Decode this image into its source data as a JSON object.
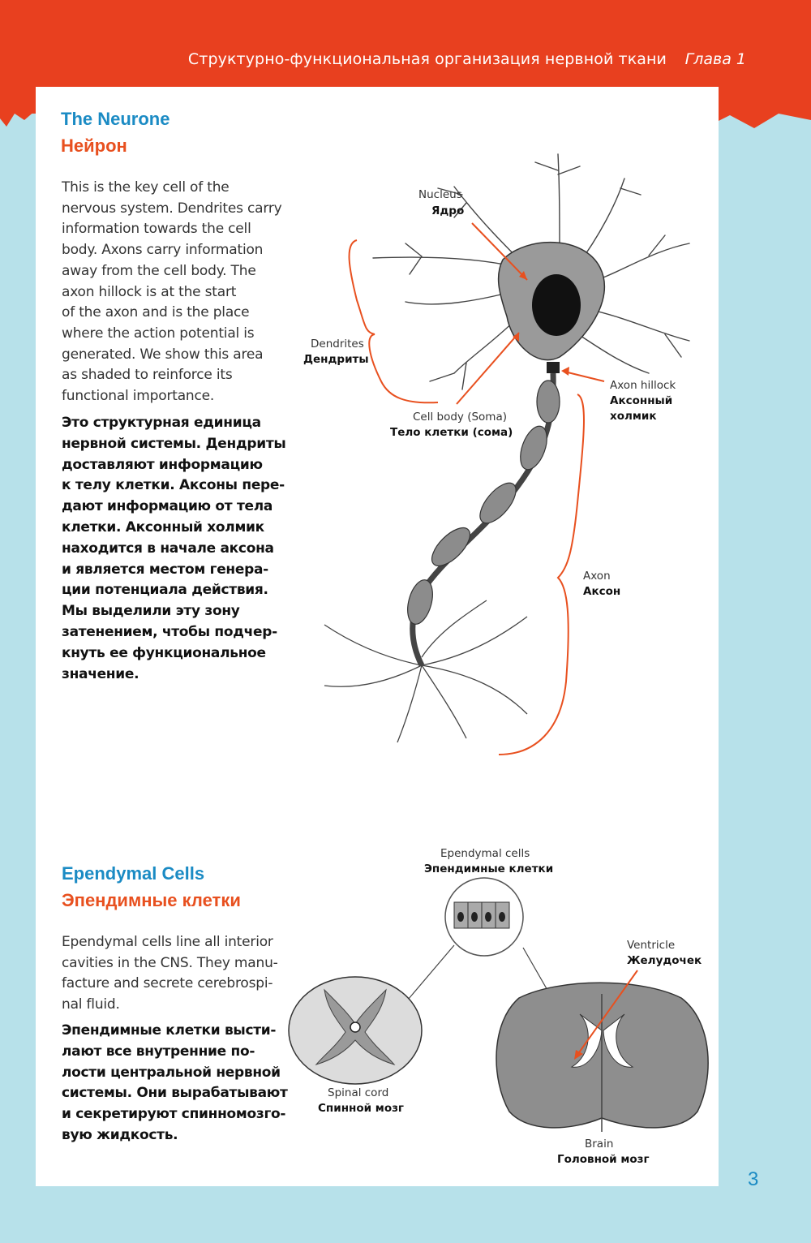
{
  "header": {
    "title": "Структурно-функциональная организация нервной ткани",
    "chapter": "Глава 1"
  },
  "neurone": {
    "heading_en": "The Neurone",
    "heading_ru": "Нейрон",
    "text_en": "This is the key cell of the\nnervous system. Dendrites carry\ninformation towards the cell\nbody. Axons carry information\naway from the cell body. The\naxon hillock is at the start\nof the axon and is the place\nwhere the action potential is\ngenerated. We show this area\nas shaded to reinforce its\nfunctional importance.",
    "text_ru": "Это структурная единица\nнервной системы. Дендриты\nдоставляют информацию\nк телу клетки. Аксоны пере-\nдают информацию от тела\nклетки. Аксонный холмик\nнаходится в начале аксона\nи является местом генера-\nции потенциала действия.\nМы выделили эту зону\nзатенением, чтобы подчер-\nкнуть ее функциональное\nзначение.",
    "labels": {
      "nucleus_en": "Nucleus",
      "nucleus_ru": "Ядро",
      "dendrites_en": "Dendrites",
      "dendrites_ru": "Дендриты",
      "axon_hillock_en": "Axon hillock",
      "axon_hillock_ru_1": "Аксонный",
      "axon_hillock_ru_2": "холмик",
      "cell_body_en": "Cell body (Soma)",
      "cell_body_ru": "Тело клетки (сома)",
      "axon_en": "Axon",
      "axon_ru": "Аксон"
    }
  },
  "ependymal": {
    "heading_en": "Ependymal Cells",
    "heading_ru": "Эпендимные клетки",
    "text_en": "Ependymal cells line all interior\ncavities in the CNS. They manu-\nfacture and secrete cerebrospi-\nnal fluid.",
    "text_ru": "Эпендимные клетки высти-\nлают все внутренние по-\nлости центральной нервной\nсистемы. Они вырабатывают\nи секретируют спинномозго-\nвую жидкость.",
    "labels": {
      "ependymal_en": "Ependymal cells",
      "ependymal_ru": "Эпендимные клетки",
      "ventricle_en": "Ventricle",
      "ventricle_ru": "Желудочек",
      "spinal_en": "Spinal cord",
      "spinal_ru": "Спинной мозг",
      "brain_en": "Brain",
      "brain_ru": "Головной мозг"
    }
  },
  "page_number": "3",
  "colors": {
    "accent_red": "#e8401f",
    "heading_blue": "#1b8bc4",
    "heading_orange": "#e8501f",
    "background": "#b7e1ea"
  }
}
